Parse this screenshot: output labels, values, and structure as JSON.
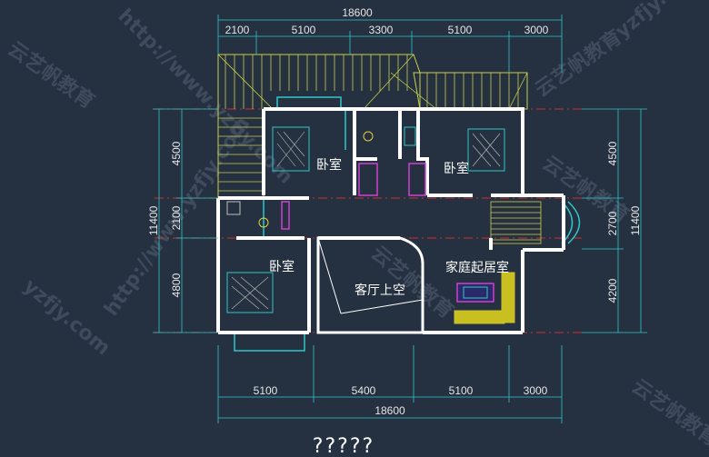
{
  "dimensions": {
    "top_total": "18600",
    "top_segments": [
      "2100",
      "5100",
      "3300",
      "5100",
      "3000"
    ],
    "bottom_total": "18600",
    "bottom_segments": [
      "5100",
      "5400",
      "5100",
      "3000"
    ],
    "left_segments": [
      "4500",
      "2100",
      "4800"
    ],
    "left_total": "11400",
    "right_segments": [
      "4500",
      "2700",
      "4200"
    ],
    "right_total": "11400"
  },
  "rooms": {
    "bedroom_1": "卧室",
    "bedroom_2": "卧室",
    "bedroom_3": "卧室",
    "living_void": "客厅上空",
    "family_room": "家庭起居室"
  },
  "caption": "?????",
  "watermarks": {
    "cn": "云艺帆教育",
    "url": "http://www.yzfjy.com",
    "short": "yzfjy.com"
  },
  "colors": {
    "background": "#253040",
    "wall": "#ffffff",
    "dimension": "#e6e6e6",
    "roof": "#c8d14a",
    "cyan": "#2ec8c8",
    "magenta": "#d040d0",
    "red_axis": "#d03030"
  }
}
